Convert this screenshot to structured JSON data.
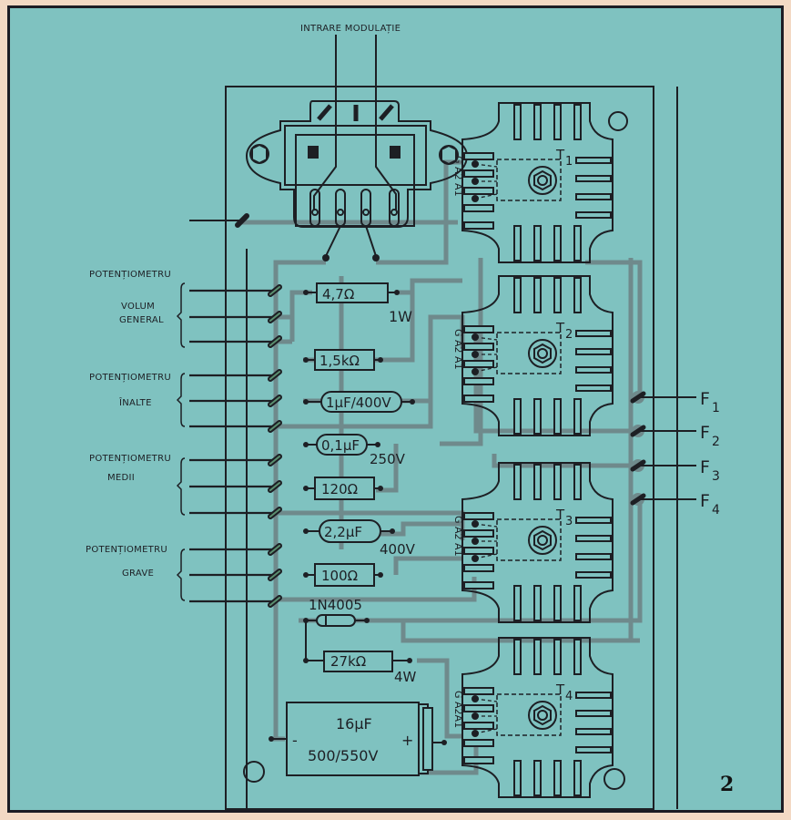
{
  "figure": {
    "number": "2",
    "input_label": "INTRARE MODULAȚIE"
  },
  "potentiometers": [
    {
      "title": "POTENȚIOMETRU",
      "name_lines": [
        "VOLUM",
        "GENERAL"
      ]
    },
    {
      "title": "POTENȚIOMETRU",
      "name_lines": [
        "ÎNALTE"
      ]
    },
    {
      "title": "POTENȚIOMETRU",
      "name_lines": [
        "MEDII"
      ]
    },
    {
      "title": "POTENȚIOMETRU",
      "name_lines": [
        "GRAVE"
      ]
    }
  ],
  "components": {
    "r1": {
      "value": "4,7Ω",
      "power": "1W"
    },
    "r2": {
      "value": "1,5kΩ"
    },
    "c1": {
      "value": "1µF/400V"
    },
    "c2": {
      "value": "0,1µF",
      "voltage": "250V"
    },
    "r3": {
      "value": "120Ω"
    },
    "c3": {
      "value": "2,2µF",
      "voltage": "400V"
    },
    "r4": {
      "value": "100Ω"
    },
    "d1": {
      "value": "1N4005"
    },
    "r5": {
      "value": "27kΩ",
      "power": "4W"
    },
    "c4": {
      "value": "16µF",
      "voltage": "500/550V",
      "plus": "+",
      "minus": "-"
    }
  },
  "triacs": [
    {
      "label": "T",
      "index": "1",
      "pins": "G A2 A1"
    },
    {
      "label": "T",
      "index": "2",
      "pins": "G A2 A1"
    },
    {
      "label": "T",
      "index": "3",
      "pins": "G A2 A1"
    },
    {
      "label": "T",
      "index": "4",
      "pins": "G A2A1"
    }
  ],
  "outputs": [
    {
      "label": "F",
      "index": "1"
    },
    {
      "label": "F",
      "index": "2"
    },
    {
      "label": "F",
      "index": "3"
    },
    {
      "label": "F",
      "index": "4"
    }
  ],
  "colors": {
    "background": "#7fc2c0",
    "ink": "#1d1f24",
    "trace": "#6f8a8c"
  }
}
